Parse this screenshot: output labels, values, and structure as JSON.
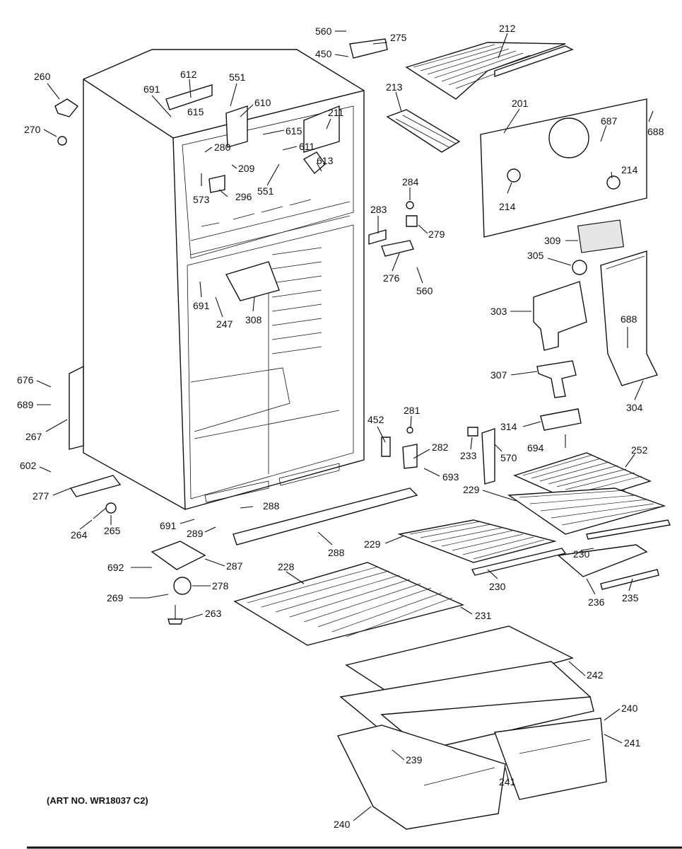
{
  "art_number": "(ART NO. WR18037 C2)",
  "labels": {
    "l560a": "560",
    "l275": "275",
    "l450": "450",
    "l212": "212",
    "l260": "260",
    "l612": "612",
    "l551a": "551",
    "l691a": "691",
    "l610": "610",
    "l615a": "615",
    "l615b": "615",
    "l211": "211",
    "l213": "213",
    "l201": "201",
    "l687": "687",
    "l688a": "688",
    "l270": "270",
    "l280": "280",
    "l611": "611",
    "l209": "209",
    "l613": "613",
    "l573": "573",
    "l296": "296",
    "l551b": "551",
    "l284": "284",
    "l214a": "214",
    "l214b": "214",
    "l283": "283",
    "l279": "279",
    "l309": "309",
    "l305": "305",
    "l276": "276",
    "l560b": "560",
    "l691b": "691",
    "l247": "247",
    "l308": "308",
    "l303": "303",
    "l688b": "688",
    "l307": "307",
    "l304": "304",
    "l676": "676",
    "l689": "689",
    "l267": "267",
    "l281": "281",
    "l452": "452",
    "l314": "314",
    "l694": "694",
    "l252": "252",
    "l233": "233",
    "l570": "570",
    "l282": "282",
    "l693": "693",
    "l602": "602",
    "l277": "277",
    "l229a": "229",
    "l229b": "229",
    "l230a": "230",
    "l230b": "230",
    "l288a": "288",
    "l691c": "691",
    "l264": "264",
    "l265": "265",
    "l289": "289",
    "l288b": "288",
    "l236": "236",
    "l235": "235",
    "l692": "692",
    "l287": "287",
    "l228": "228",
    "l278": "278",
    "l269": "269",
    "l263": "263",
    "l231": "231",
    "l242": "242",
    "l240a": "240",
    "l241a": "241",
    "l239": "239",
    "l241b": "241",
    "l240b": "240"
  }
}
